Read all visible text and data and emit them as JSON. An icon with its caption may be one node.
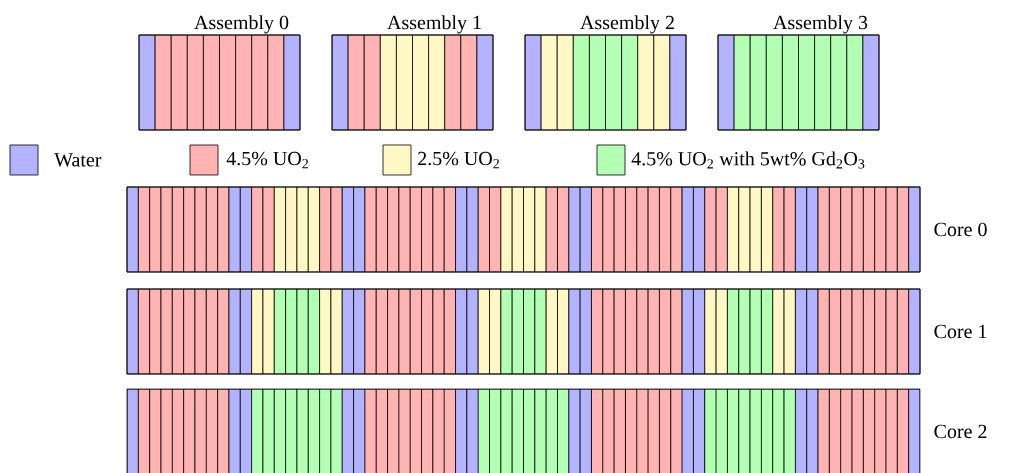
{
  "diagram": {
    "nodes": [
      {
        "text": [
          "Assembly 0"
        ]
      },
      {
        "text": [
          "Assembly 1"
        ]
      },
      {
        "text": [
          "Assembly 2"
        ]
      },
      {
        "text": [
          "Assembly 3"
        ]
      },
      {
        "text": [
          "Core 0"
        ]
      },
      {
        "text": [
          "Core 1"
        ]
      },
      {
        "text": [
          "Core 2"
        ]
      }
    ],
    "legend": [
      {
        "text": "Water",
        "color": "#b3b3ff"
      },
      {
        "text": "4.5% UO$_{2}$",
        "color": "#ffb3b3"
      },
      {
        "text": "2.5% UO$_{2}$",
        "color": "#fff8c4"
      },
      {
        "text": "4.5% UO$_{2}$ with 5wt% Gd$_{2}$O$_{3}$",
        "color": "#b3ffb3"
      }
    ]
  }
}
